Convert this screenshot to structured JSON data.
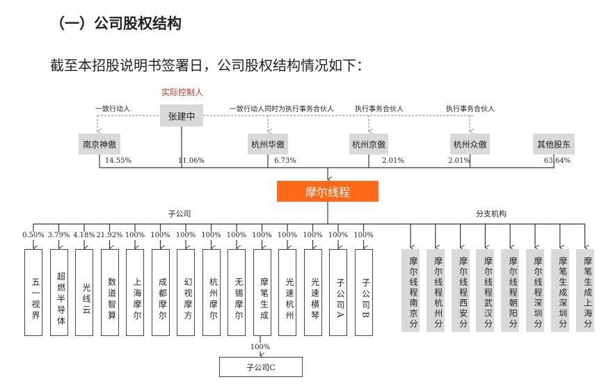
{
  "heading": "（一）公司股权结构",
  "intro": "截至本招股说明书签署日，公司股权结构情况如下：",
  "colors": {
    "company": "#ff6a1a",
    "controller_label": "#c0392b",
    "box_gray": "#d9d9d9"
  },
  "controller": {
    "label": "实际控制人",
    "name": "张建中",
    "stake": "11.06%"
  },
  "relations": [
    "一致行动人",
    "一致行动人同时为执行事务合伙人",
    "执行事务合伙人",
    "执行事务合伙人"
  ],
  "shareholders": [
    {
      "name": "南京神傲",
      "stake": "14.55%"
    },
    {
      "name": "杭州华傲",
      "stake": "6.73%"
    },
    {
      "name": "杭州京傲",
      "stake": "2.01%"
    },
    {
      "name": "杭州众傲",
      "stake": "2.01%"
    },
    {
      "name": "其他股东",
      "stake": "63.64%"
    }
  ],
  "company": "摩尔线程",
  "subsidiaries_label": "子公司",
  "branches_label": "分支机构",
  "subsidiaries": [
    {
      "name": "五一视界",
      "stake": "0.50%"
    },
    {
      "name": "超燃半导体",
      "stake": "3.79%"
    },
    {
      "name": "光线云",
      "stake": "4.18%"
    },
    {
      "name": "数道智算",
      "stake": "21.92%"
    },
    {
      "name": "上海摩尔",
      "stake": "100%"
    },
    {
      "name": "成都摩尔",
      "stake": "100%"
    },
    {
      "name": "幻视摩方",
      "stake": "100%"
    },
    {
      "name": "杭州摩尔",
      "stake": "100%"
    },
    {
      "name": "无锡摩尔",
      "stake": "100%"
    },
    {
      "name": "摩笔生成",
      "stake": "100%"
    },
    {
      "name": "光速杭州",
      "stake": "100%"
    },
    {
      "name": "光速横琴",
      "stake": "100%"
    },
    {
      "name": "子公司A",
      "stake": "100%"
    },
    {
      "name": "子公司B",
      "stake": "100%"
    }
  ],
  "sub_sub": {
    "name": "子公司C",
    "stake": "100%"
  },
  "branches": [
    "摩尔线程南京分",
    "摩尔线程杭州分",
    "摩尔线程西安分",
    "摩尔线程武汉分",
    "摩尔线程朝阳分",
    "摩尔线程深圳分",
    "摩笔生成深圳分",
    "摩笔生成上海分"
  ]
}
